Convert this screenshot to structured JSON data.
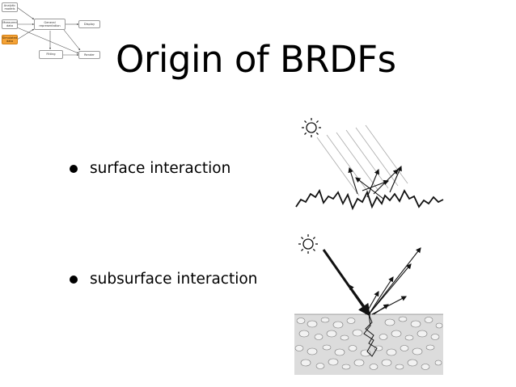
{
  "diagram": {
    "nodes": [
      {
        "id": "analytic",
        "label": "Analytic\nmodels",
        "highlight": false
      },
      {
        "id": "measured",
        "label": "Measured\ndata",
        "highlight": false
      },
      {
        "id": "simulated",
        "label": "Simulated\ndata",
        "highlight": true
      },
      {
        "id": "general",
        "label": "General\nrepresentation",
        "highlight": false
      },
      {
        "id": "display",
        "label": "Display",
        "highlight": false
      },
      {
        "id": "fitting",
        "label": "Fitting",
        "highlight": false
      },
      {
        "id": "render",
        "label": "Render",
        "highlight": false
      }
    ],
    "edges": [
      [
        "analytic",
        "general"
      ],
      [
        "measured",
        "general"
      ],
      [
        "simulated",
        "general"
      ],
      [
        "general",
        "display"
      ],
      [
        "general",
        "fitting"
      ],
      [
        "fitting",
        "render"
      ],
      [
        "measured",
        "render"
      ],
      [
        "general",
        "render"
      ]
    ],
    "highlight_color": "#f4a236"
  },
  "slide": {
    "title": "Origin of BRDFs",
    "bullets": [
      {
        "text": "surface interaction"
      },
      {
        "text": "subsurface interaction"
      }
    ]
  }
}
